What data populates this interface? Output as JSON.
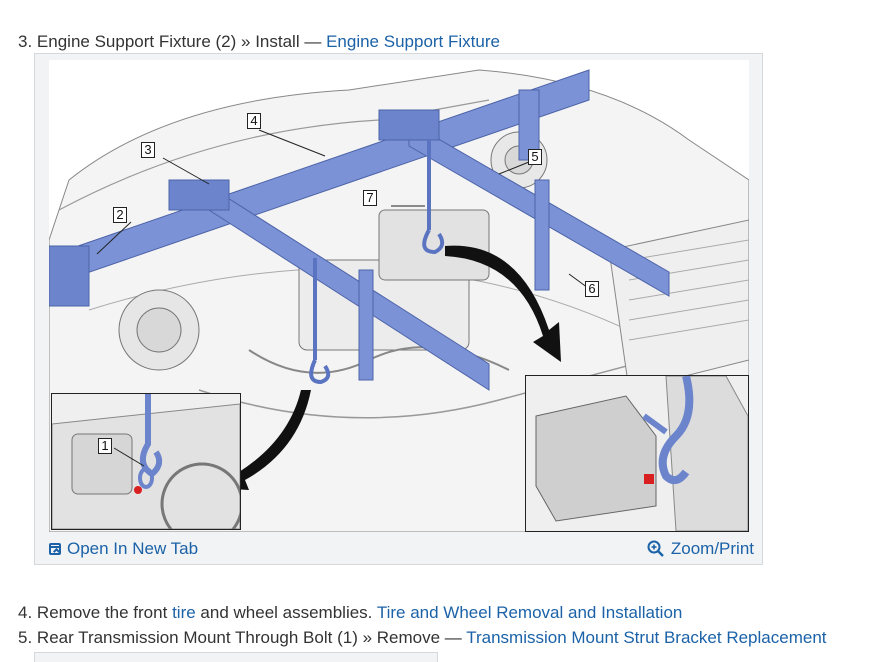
{
  "steps": [
    {
      "number": "3.",
      "text": "Engine Support Fixture (2) » Install —",
      "link": "Engine Support Fixture"
    },
    {
      "number": "4.",
      "text_before": "Remove the front",
      "inline_link": "tire",
      "text_after": "and wheel assemblies.",
      "link": "Tire and Wheel Removal and Installation"
    },
    {
      "number": "5.",
      "text": "Rear Transmission Mount Through Bolt (1) » Remove —",
      "link": "Transmission Mount Strut Bracket Replacement"
    }
  ],
  "figure": {
    "callouts": [
      "1",
      "2",
      "3",
      "4",
      "5",
      "6",
      "7"
    ],
    "open_tab_label": "Open In New Tab",
    "zoom_label": "Zoom/Print",
    "colors": {
      "fixture": "#7b93d6",
      "fixture_dark": "#5b74c2",
      "arrow": "#111111",
      "hook_red": "#d92020",
      "link": "#1b62a8"
    }
  }
}
